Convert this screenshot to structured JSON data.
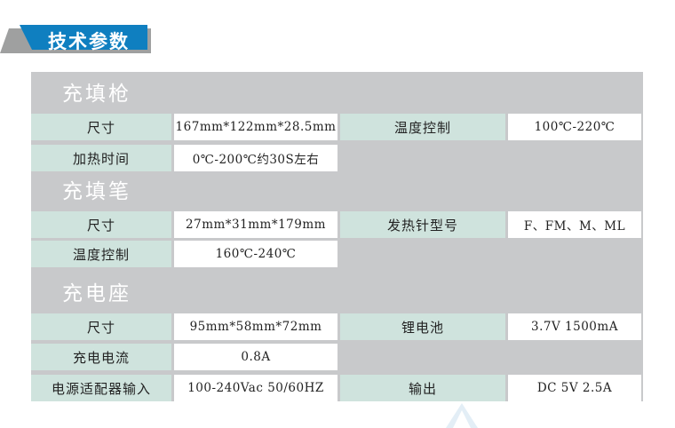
{
  "header": {
    "title": "技术参数",
    "accent_color": "#0f7fc0",
    "shadow_color": "#9fa0a0"
  },
  "sections": [
    {
      "title": "充填枪",
      "rows": [
        {
          "label1": "尺寸",
          "value1": "167mm*122mm*28.5mm",
          "label2": "温度控制",
          "value2": "100℃-220℃"
        },
        {
          "label1": "加热时间",
          "value1": "0℃-200℃约30S左右"
        }
      ]
    },
    {
      "title": "充填笔",
      "rows": [
        {
          "label1": "尺寸",
          "value1": "27mm*31mm*179mm",
          "label2": "发热针型号",
          "value2": "F、FM、M、ML"
        },
        {
          "label1": "温度控制",
          "value1": "160℃-240℃"
        }
      ]
    },
    {
      "title": "充电座",
      "rows": [
        {
          "label1": "尺寸",
          "value1": "95mm*58mm*72mm",
          "label2": "锂电池",
          "value2": "3.7V 1500mA"
        },
        {
          "label1": "充电电流",
          "value1": "0.8A"
        },
        {
          "label1": "电源适配器输入",
          "value1": "100-240Vac 50/60HZ",
          "label2": "输出",
          "value2": "DC 5V 2.5A"
        }
      ]
    }
  ],
  "colors": {
    "panel": "#c8c9cb",
    "label_cell": "#cfe3dd",
    "value_cell": "#ffffff"
  }
}
